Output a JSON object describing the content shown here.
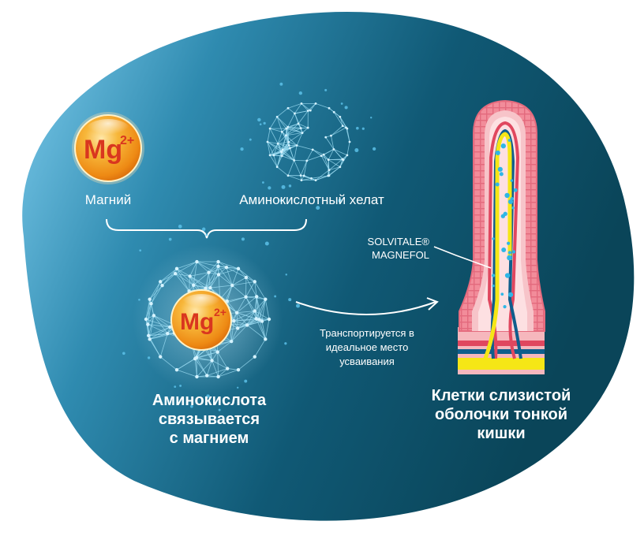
{
  "labels": {
    "magnesium": "Магний",
    "amino_chelate": "Аминокислотный хелат",
    "amino_binds": "Аминокислота\nсвязывается\nс магнием",
    "transport": "Транспортируется в\nидеальное место\nусваивания",
    "brand": "SOLVITALE®\nMAGNEFOL",
    "cells": "Клетки слизистой\nоболочки тонкой\nкишки"
  },
  "mg_symbol": {
    "element": "Mg",
    "charge": "2+"
  },
  "icons": [
    "magnesium-ion-icon",
    "amino-chelate-network-icon",
    "chelated-magnesium-icon",
    "intestinal-villus-icon",
    "arrow-icon",
    "brace-icon"
  ],
  "colors": {
    "background_dark": "#0b4a63",
    "background_light": "#78c8ea",
    "sphere_orange": "#f29a1c",
    "mg_text": "#d9361f",
    "villus_pink": "#f07f8f",
    "villus_light": "#f8c8cc",
    "vessel_blue": "#0f5e8c",
    "vessel_red": "#e0475f",
    "lacteal_yellow": "#f5e616",
    "network_line": "#9bdcf2"
  }
}
